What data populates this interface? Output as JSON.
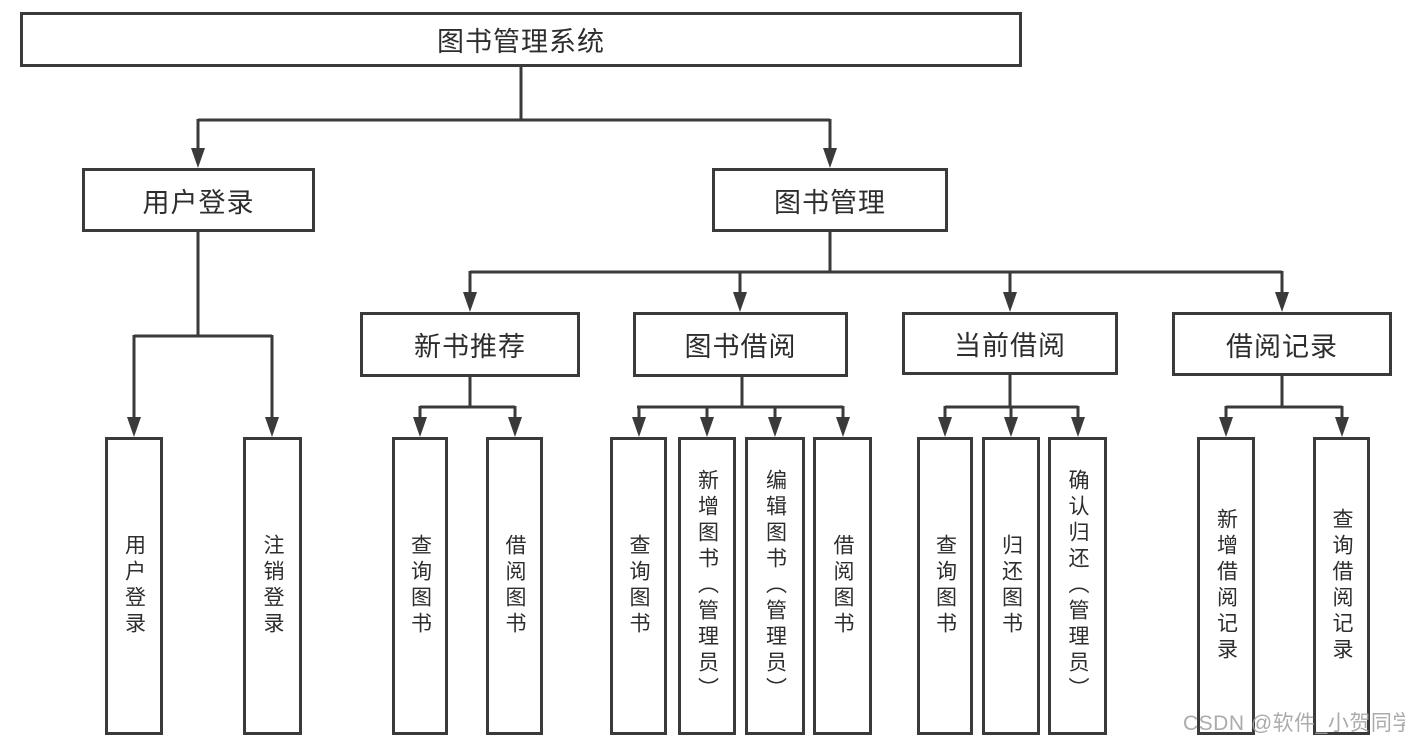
{
  "diagram": {
    "root": {
      "label": "图书管理系统"
    },
    "level2": [
      {
        "label": "用户登录"
      },
      {
        "label": "图书管理"
      }
    ],
    "level3": [
      {
        "label": "新书推荐"
      },
      {
        "label": "图书借阅"
      },
      {
        "label": "当前借阅"
      },
      {
        "label": "借阅记录"
      }
    ],
    "leaves": [
      {
        "label": "用户登录"
      },
      {
        "label": "注销登录"
      },
      {
        "label": "查询图书"
      },
      {
        "label": "借阅图书"
      },
      {
        "label": "查询图书"
      },
      {
        "label": "新增图书（管理员）"
      },
      {
        "label": "编辑图书（管理员）"
      },
      {
        "label": "借阅图书"
      },
      {
        "label": "查询图书"
      },
      {
        "label": "归还图书"
      },
      {
        "label": "确认归还（管理员）"
      },
      {
        "label": "新增借阅记录"
      },
      {
        "label": "查询借阅记录"
      }
    ]
  },
  "watermark": {
    "text": "CSDN @软件_小贺同学"
  },
  "colors": {
    "line": "#3a3a3a",
    "text": "#2d2d2d",
    "watermark": "#a2a2a2",
    "background": "#ffffff"
  }
}
